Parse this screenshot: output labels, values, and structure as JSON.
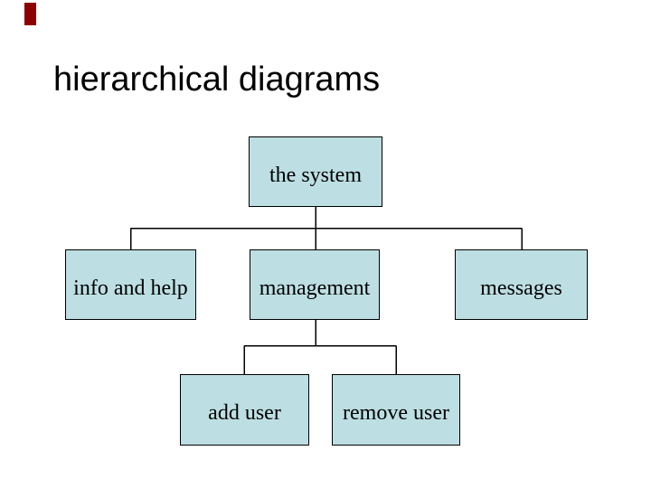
{
  "slide": {
    "title": "hierarchical diagrams",
    "background_color": "#ffffff",
    "accent_mark_color": "#8b0000"
  },
  "diagram": {
    "box_fill_color": "#bddfe3",
    "box_border_color": "#000000",
    "connector_color": "#000000",
    "text_color": "#000000",
    "nodes": [
      {
        "id": "the-system",
        "label": "the system",
        "level": 0
      },
      {
        "id": "info-and-help",
        "label": "info and help",
        "level": 1
      },
      {
        "id": "management",
        "label": "management",
        "level": 1
      },
      {
        "id": "messages",
        "label": "messages",
        "level": 1
      },
      {
        "id": "add-user",
        "label": "add user",
        "level": 2
      },
      {
        "id": "remove-user",
        "label": "remove user",
        "level": 2
      }
    ],
    "edges": [
      {
        "from": "the-system",
        "to": "info-and-help"
      },
      {
        "from": "the-system",
        "to": "management"
      },
      {
        "from": "the-system",
        "to": "messages"
      },
      {
        "from": "management",
        "to": "add-user"
      },
      {
        "from": "management",
        "to": "remove-user"
      }
    ]
  }
}
